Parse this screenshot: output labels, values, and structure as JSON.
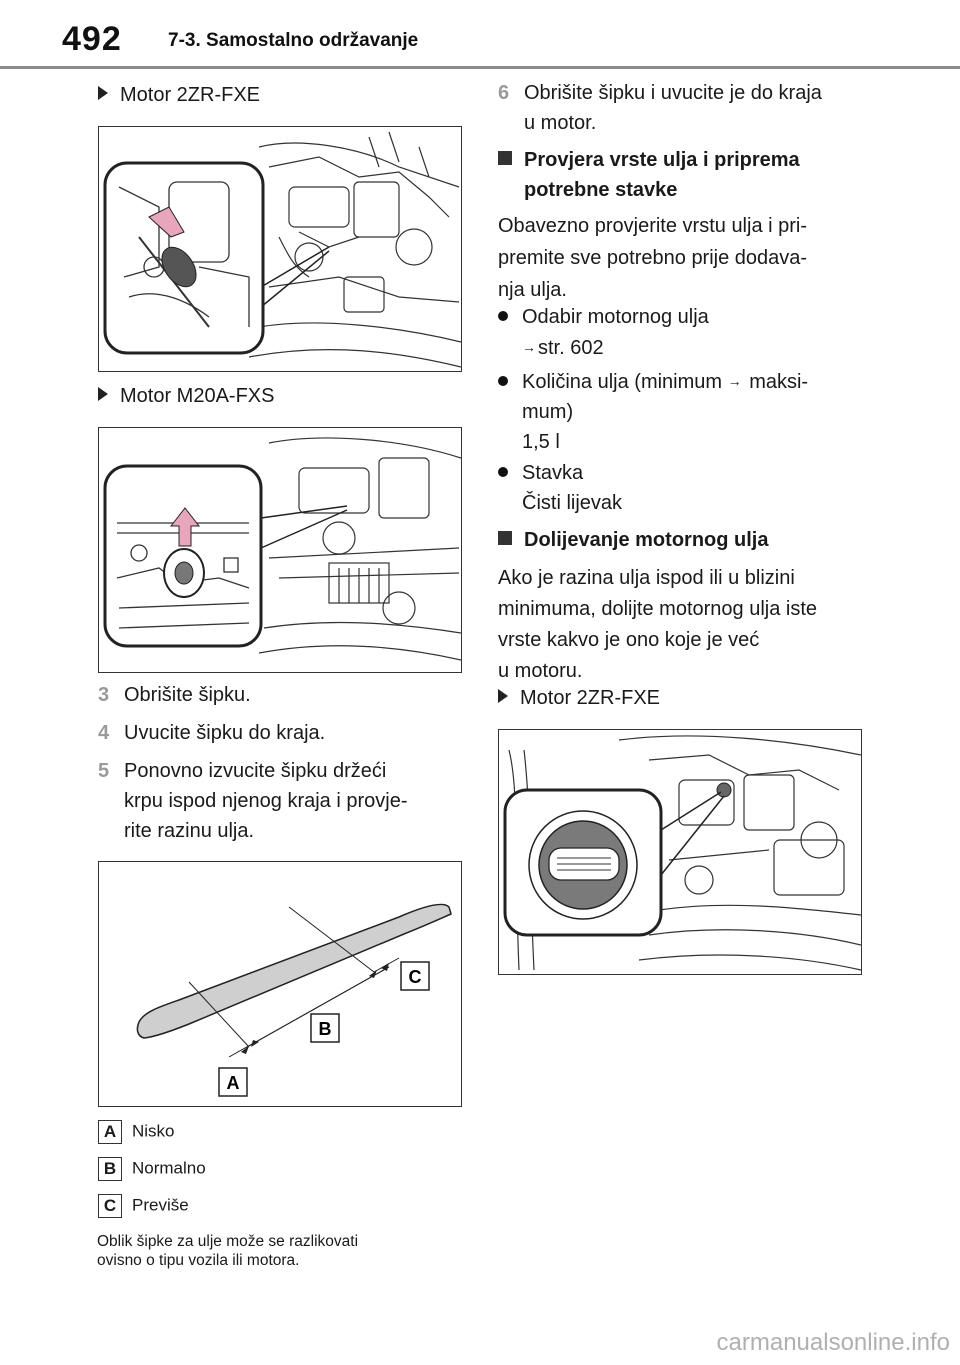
{
  "header": {
    "page_number": "492",
    "section": "7-3. Samostalno održavanje"
  },
  "left": {
    "fig1_caption": "Motor 2ZR-FXE",
    "fig2_caption": "Motor M20A-FXS",
    "steps": [
      {
        "num": "3",
        "text": "Obrišite šipku."
      },
      {
        "num": "4",
        "text": "Uvucite šipku do kraja."
      },
      {
        "num": "5",
        "line1": "Ponovno izvucite šipku držeći",
        "line2": "krpu ispod njenog kraja i provje-",
        "line3": "rite razinu ulja."
      }
    ],
    "dipstick_labels": {
      "a": "A",
      "b": "B",
      "c": "C"
    },
    "legend": [
      {
        "key": "A",
        "text": "Nisko"
      },
      {
        "key": "B",
        "text": "Normalno"
      },
      {
        "key": "C",
        "text": "Previše"
      }
    ],
    "note_line1": "Oblik šipke za ulje može se razlikovati",
    "note_line2": "ovisno o tipu vozila ili motora."
  },
  "right": {
    "step6": {
      "num": "6",
      "line1": "Obrišite šipku i uvucite je do kraja",
      "line2": "u motor."
    },
    "heading1": {
      "line1": "Provjera vrste ulja i priprema",
      "line2": "potrebne stavke"
    },
    "para1": {
      "line1": "Obavezno provjerite vrstu ulja i pri-",
      "line2": "premite sve potrebno prije dodava-",
      "line3": "nja ulja."
    },
    "bullet1": {
      "title": "Odabir motornog ulja",
      "ref": "str. 602"
    },
    "bullet2": {
      "title_a": "Količina ulja (minimum",
      "title_b": "maksi-",
      "title_c": "mum)",
      "value": "1,5 l"
    },
    "bullet3": {
      "title": "Stavka",
      "value": "Čisti lijevak"
    },
    "heading2": "Dolijevanje motornog ulja",
    "para2": {
      "line1": "Ako je razina ulja ispod ili u blizini",
      "line2": "minimuma, dolijte motornog ulja iste",
      "line3": "vrste kakvo je ono koje je već",
      "line4": "u motoru."
    },
    "fig3_caption": "Motor 2ZR-FXE"
  },
  "watermark": "carmanualsonline.info"
}
